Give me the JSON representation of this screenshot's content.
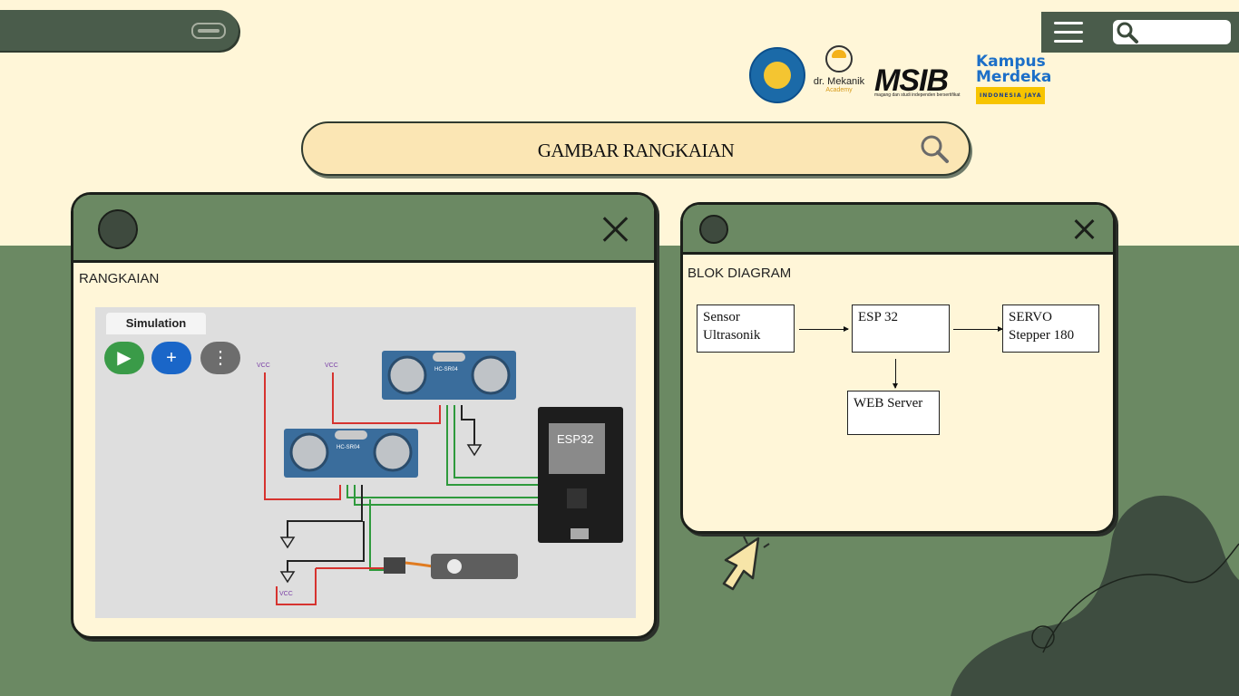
{
  "header": {
    "search_placeholder": "",
    "logos": {
      "doctor_mekanik_name": "dr. Mekanik",
      "doctor_mekanik_sub": "Academy",
      "msib_name": "MSIB",
      "msib_tagline": "magang dan studi independen bersertifikat",
      "kampus_line1": "Kampus",
      "kampus_line2": "Merdeka",
      "kampus_band": "INDONESIA JAYA"
    }
  },
  "main_search": {
    "text": "GAMBAR RANGKAIAN"
  },
  "rangkaian_window": {
    "title": "RANGKAIAN",
    "simulation": {
      "tab_label": "Simulation",
      "play_label": "▶",
      "add_label": "+",
      "more_label": "⋮",
      "vcc_label": "VCC",
      "sensor_label": "HC-SR04",
      "mcu_label": "ESP32"
    }
  },
  "blok_window": {
    "title": "BLOK DIAGRAM",
    "blocks": {
      "sensor": "Sensor Ultrasonik",
      "esp": "ESP 32",
      "servo": "SERVO Stepper 180",
      "web": "WEB Server"
    }
  },
  "colors": {
    "background_top": "#fff6d8",
    "background_bottom": "#6b8963",
    "bar_dark": "#4a5c4b",
    "search_fill": "#fbe6b4"
  }
}
